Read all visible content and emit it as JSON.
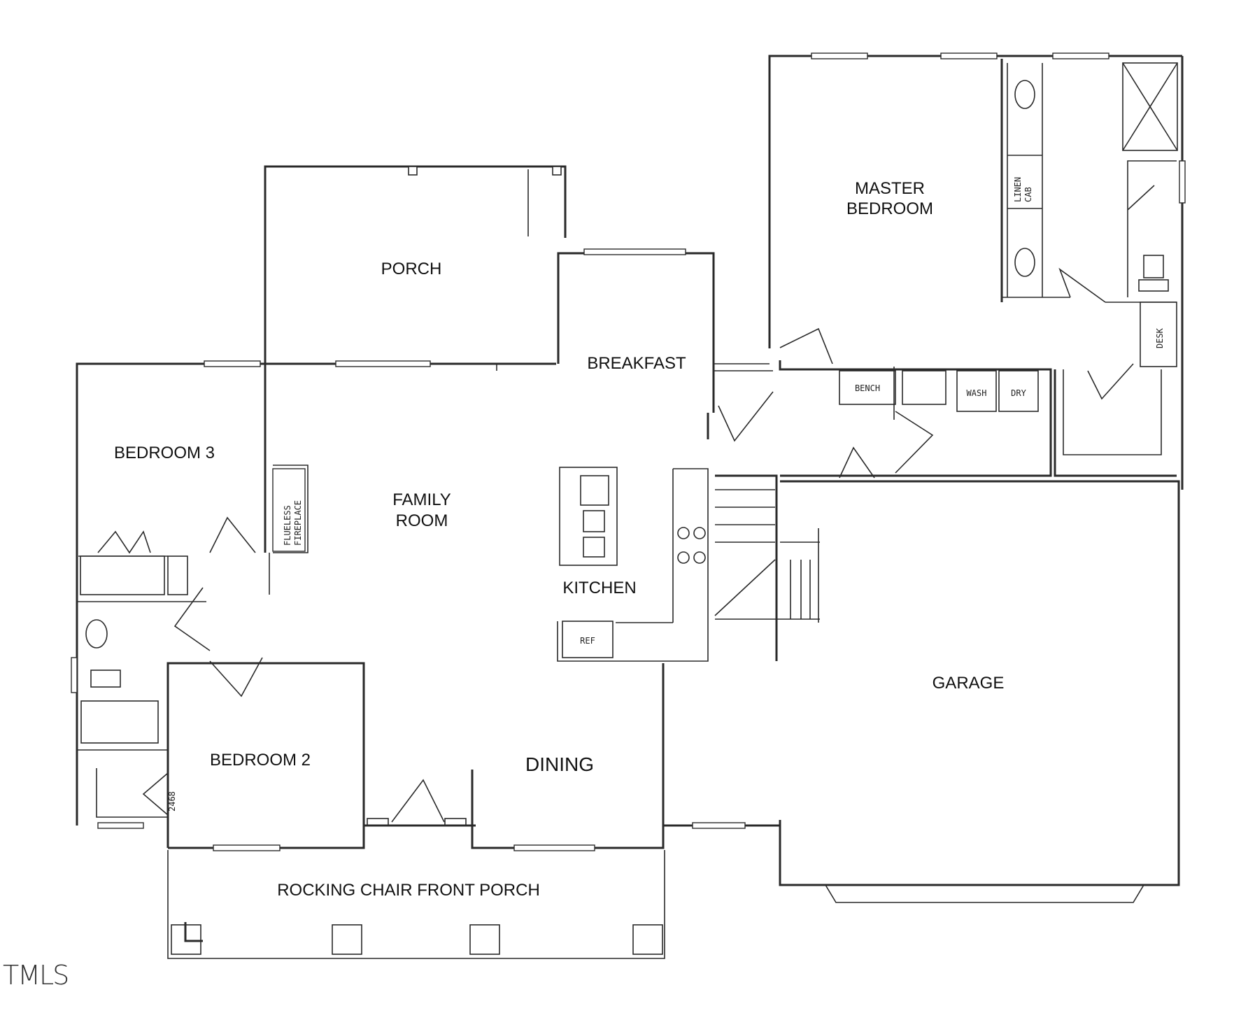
{
  "rooms": {
    "porch": "PORCH",
    "master_bedroom": [
      "MASTER",
      "BEDROOM"
    ],
    "breakfast": "BREAKFAST",
    "bedroom_3": "BEDROOM 3",
    "family_room": [
      "FAMILY",
      "ROOM"
    ],
    "kitchen": "KITCHEN",
    "garage": "GARAGE",
    "bedroom_2": "BEDROOM 2",
    "dining": "DINING",
    "front_porch": "ROCKING CHAIR FRONT PORCH"
  },
  "fixtures": {
    "fireplace": [
      "FLUELESS",
      "FIREPLACE"
    ],
    "linen_cab": [
      "LINEN",
      "CAB"
    ],
    "bench": "BENCH",
    "wash": "WASH",
    "dry": "DRY",
    "desk": "DESK",
    "ref": "REF",
    "closet_door": "2468"
  },
  "watermark": "TMLS"
}
